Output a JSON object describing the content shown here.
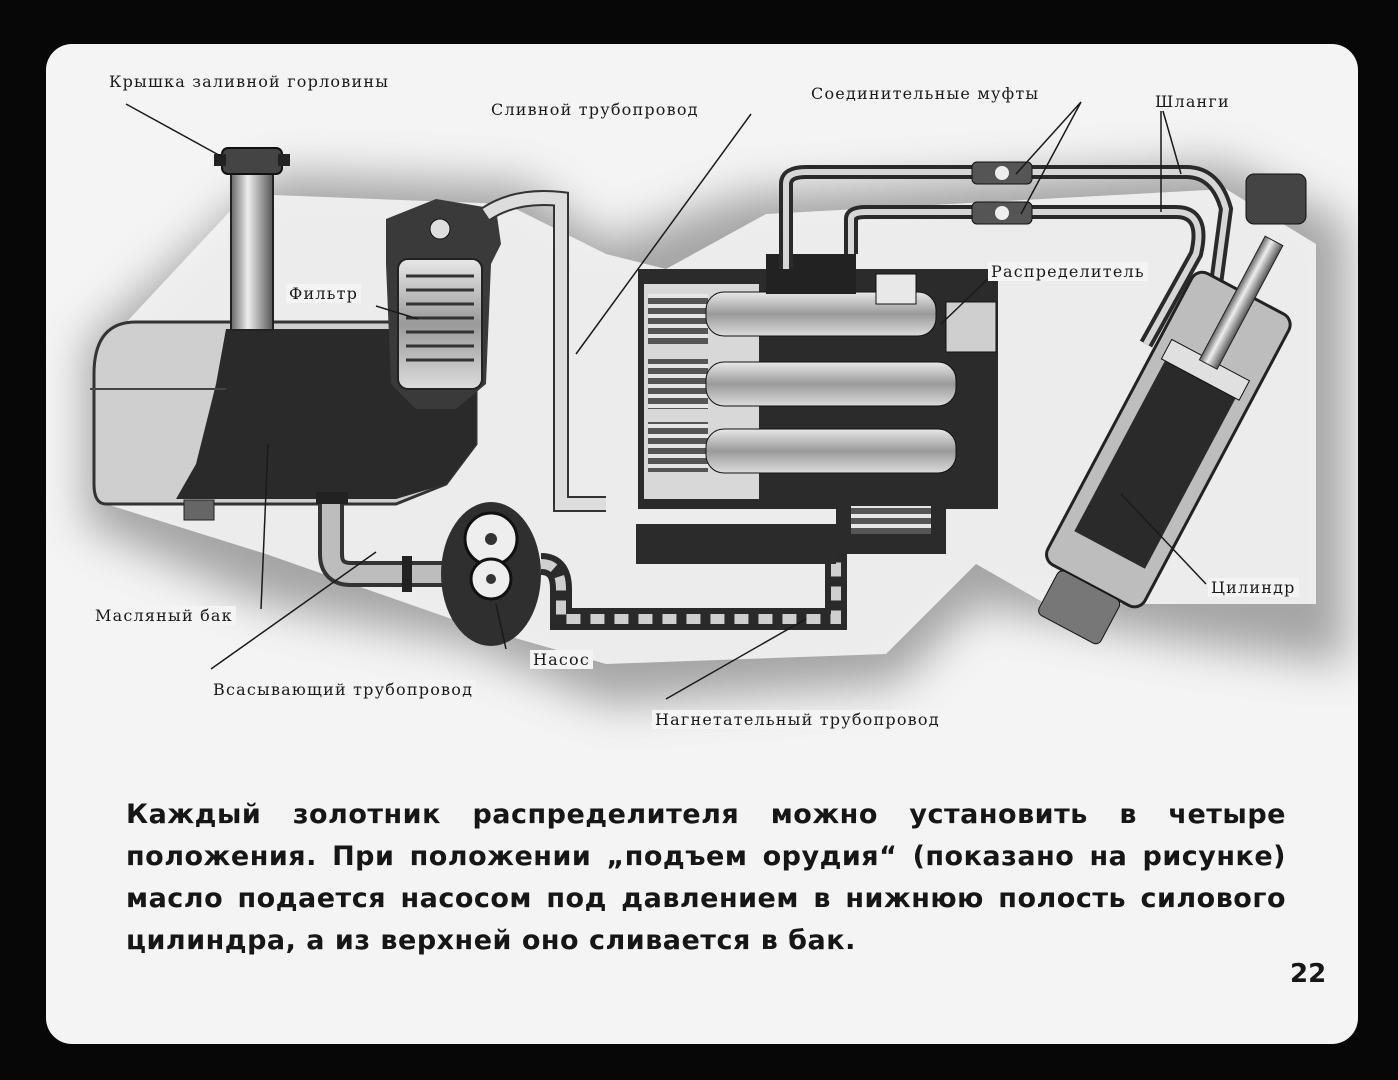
{
  "labels": {
    "filler_cap": "Крышка заливной горловины",
    "drain_pipe": "Сливной трубопровод",
    "couplings": "Соединительные муфты",
    "hoses": "Шланги",
    "filter": "Фильтр",
    "distributor": "Распределитель",
    "oil_tank": "Масляный бак",
    "pump": "Насос",
    "suction_pipe": "Всасывающий трубопровод",
    "pressure_pipe": "Нагнетательный трубопровод",
    "cylinder": "Цилиндр"
  },
  "caption": "Каждый золотник распределителя можно установить в четыре положения. При положении „подъем орудия“ (показано на рисунке) масло подается насосом под давлением в нижнюю полость силового цилиндра, а из верхней оно сливается в бак.",
  "page_number": "22"
}
